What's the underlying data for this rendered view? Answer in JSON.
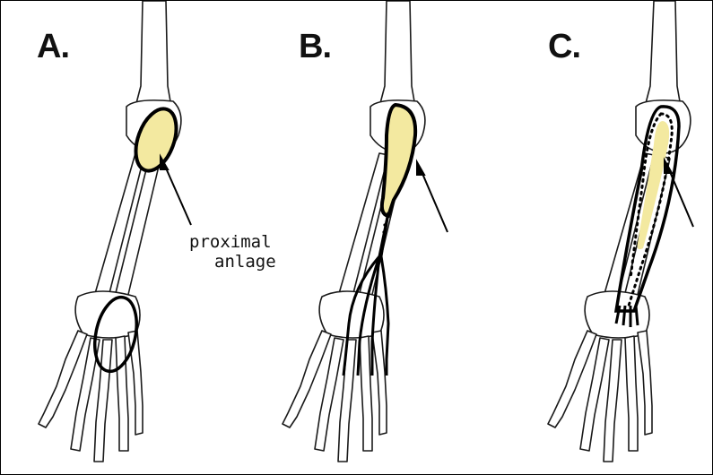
{
  "colors": {
    "bone_fill": "#ffffff",
    "bone_stroke": "#1a1a1a",
    "anlage_fill": "#f3e9a0",
    "outline": "#000000"
  },
  "panels": [
    {
      "label": "A."
    },
    {
      "label": "B."
    },
    {
      "label": "C."
    }
  ],
  "annotation": {
    "line1": "proximal",
    "line2": "anlage"
  }
}
